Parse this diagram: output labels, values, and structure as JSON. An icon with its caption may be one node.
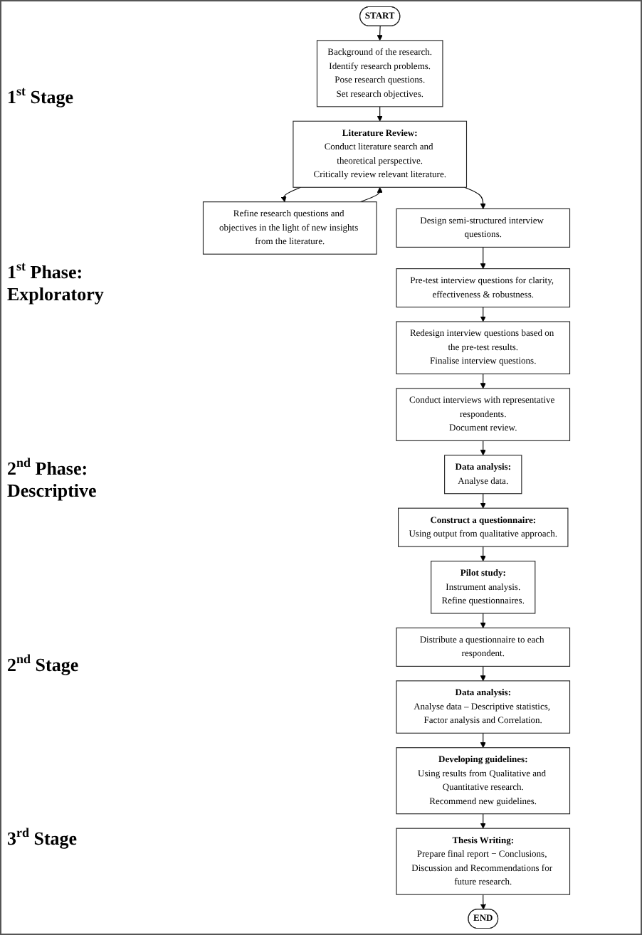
{
  "diagram": {
    "nodes": [
      {
        "text": [
          "START"
        ]
      },
      {
        "text": [
          "Background of the research.",
          "Identify research problems.",
          "Pose research questions.",
          "Set research objectives."
        ]
      },
      {
        "text": [
          "Literature Review:",
          "Conduct literature search and theoretical perspective.",
          "Critically review relevant literature."
        ]
      },
      {
        "text": [
          "Refine research questions and objectives in the light of new insights from the literature."
        ]
      },
      {
        "text": [
          "Design semi-structured interview questions."
        ]
      },
      {
        "text": [
          "Pre-test interview questions for clarity, effectiveness & robustness."
        ]
      },
      {
        "text": [
          "Redesign interview questions based on the pre-test results.",
          "Finalise interview questions."
        ]
      },
      {
        "text": [
          "Conduct interviews with representative respondents.",
          "Document review."
        ]
      },
      {
        "text": [
          "Data analysis:",
          "Analyse data."
        ]
      },
      {
        "text": [
          "Construct a questionnaire:",
          "Using output from qualitative approach."
        ]
      },
      {
        "text": [
          "Pilot study:",
          "Instrument analysis.",
          "Refine questionnaires."
        ]
      },
      {
        "text": [
          "Distribute a questionnaire to each respondent."
        ]
      },
      {
        "text": [
          "Data analysis:",
          "Analyse data – Descriptive statistics, Factor analysis and Correlation."
        ]
      },
      {
        "text": [
          "Developing guidelines:",
          "Using results from Qualitative and Quantitative research.",
          "Recommend new guidelines."
        ]
      },
      {
        "text": [
          "Thesis Writing:",
          "Prepare final report − Conclusions, Discussion and Recommendations for future research."
        ]
      },
      {
        "text": [
          "END"
        ]
      }
    ],
    "edges": [
      {
        "from": 0,
        "to": 1,
        "arrow": "to"
      },
      {
        "from": 1,
        "to": 2,
        "arrow": "to"
      },
      {
        "from": 2,
        "to": 3,
        "arrow": "to"
      },
      {
        "from": 3,
        "to": 2,
        "arrow": "to"
      },
      {
        "from": 2,
        "to": 4,
        "arrow": "to"
      },
      {
        "from": 4,
        "to": 5,
        "arrow": "to"
      },
      {
        "from": 5,
        "to": 6,
        "arrow": "to"
      },
      {
        "from": 6,
        "to": 7,
        "arrow": "to"
      },
      {
        "from": 7,
        "to": 8,
        "arrow": "to"
      },
      {
        "from": 8,
        "to": 9,
        "arrow": "to"
      },
      {
        "from": 9,
        "to": 10,
        "arrow": "to"
      },
      {
        "from": 10,
        "to": 11,
        "arrow": "to"
      },
      {
        "from": 11,
        "to": 12,
        "arrow": "to"
      },
      {
        "from": 12,
        "to": 13,
        "arrow": "to"
      },
      {
        "from": 13,
        "to": 14,
        "arrow": "to"
      },
      {
        "from": 14,
        "to": 15,
        "arrow": "to"
      }
    ],
    "labels": [
      "1$^{st}$ Stage",
      "1$^{st}$ Phase: Exploratory",
      "2$^{nd}$ Phase: Descriptive",
      "2$^{nd}$ Stage",
      "3$^{rd}$ Stage"
    ]
  }
}
